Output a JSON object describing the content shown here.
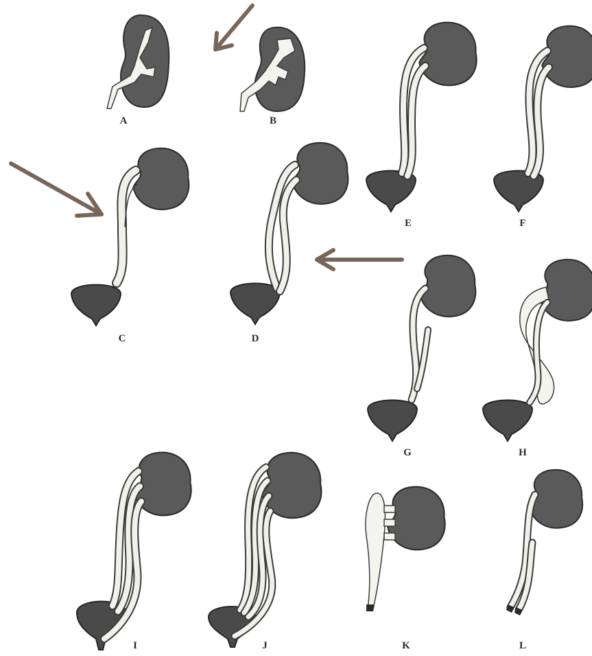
{
  "figure": {
    "panels": [
      {
        "id": "A",
        "label": "A",
        "kind": "normal-pelvis"
      },
      {
        "id": "B",
        "label": "B",
        "kind": "extrarenal-pelvis"
      },
      {
        "id": "C",
        "label": "C",
        "kind": "bifid-pelvis"
      },
      {
        "id": "D",
        "label": "D",
        "kind": "bifid-ureter"
      },
      {
        "id": "E",
        "label": "E",
        "kind": "duplex-ureter"
      },
      {
        "id": "F",
        "label": "F",
        "kind": "duplex-ureter"
      },
      {
        "id": "G",
        "label": "G",
        "kind": "blind-ending-ureter"
      },
      {
        "id": "H",
        "label": "H",
        "kind": "ectopic-dilated-ureter"
      },
      {
        "id": "I",
        "label": "I",
        "kind": "triplicate-ureter"
      },
      {
        "id": "J",
        "label": "J",
        "kind": "quadruplicate-ureter"
      },
      {
        "id": "K",
        "label": "K",
        "kind": "ureterocele-type"
      },
      {
        "id": "L",
        "label": "L",
        "kind": "ureter-only"
      }
    ],
    "arrows": [
      {
        "id": "arrow-1",
        "color": "#7a6658",
        "direction": "down-left"
      },
      {
        "id": "arrow-2",
        "color": "#7a6658",
        "direction": "down-right"
      },
      {
        "id": "arrow-3",
        "color": "#7a6658",
        "direction": "left"
      }
    ],
    "colors": {
      "kidney": "#5a5a5a",
      "bladder": "#4a4a4a",
      "ureter": "#f1f1ec",
      "outline": "#2e2e2e",
      "arrow": "#7a6658"
    }
  }
}
